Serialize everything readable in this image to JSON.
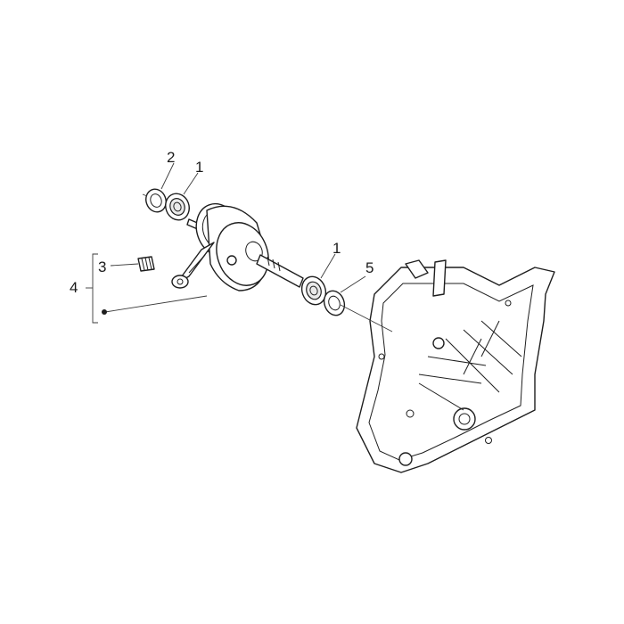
{
  "diagram": {
    "callouts": {
      "c1_top": "1",
      "c2": "2",
      "c3": "3",
      "c4": "4",
      "c1_mid": "1",
      "c5": "5"
    },
    "colors": {
      "line": "#1e1e1e",
      "background": "#ffffff"
    }
  }
}
